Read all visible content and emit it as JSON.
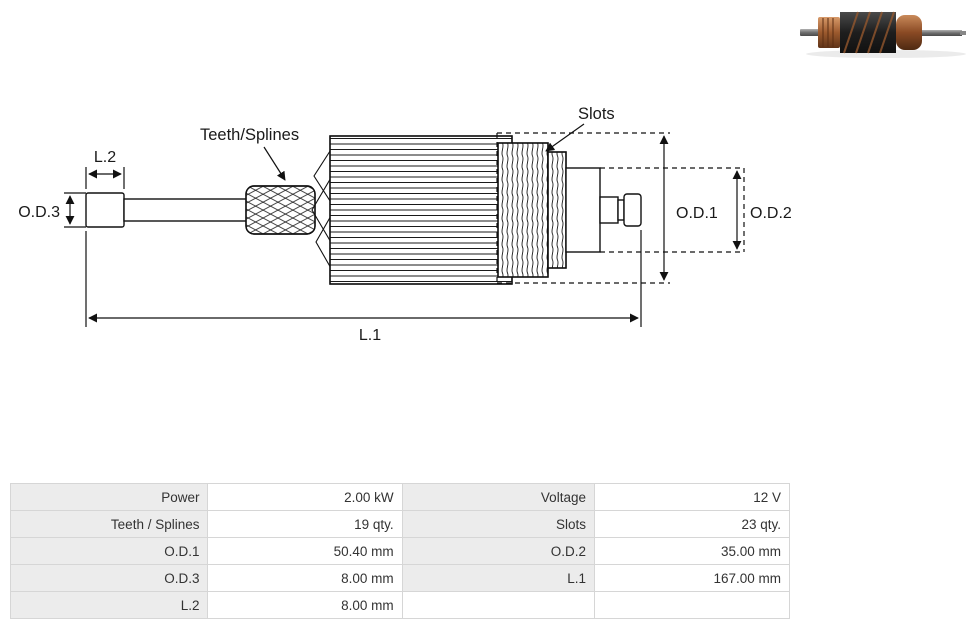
{
  "diagram": {
    "labels": {
      "teeth_splines": "Teeth/Splines",
      "slots": "Slots",
      "l1": "L.1",
      "l2": "L.2",
      "od1": "O.D.1",
      "od2": "O.D.2",
      "od3": "O.D.3"
    }
  },
  "photo": {
    "description": "armature product photo"
  },
  "spec_table": {
    "rows": [
      {
        "label_left": "Power",
        "value_left": "2.00 kW",
        "label_right": "Voltage",
        "value_right": "12 V"
      },
      {
        "label_left": "Teeth / Splines",
        "value_left": "19 qty.",
        "label_right": "Slots",
        "value_right": "23 qty."
      },
      {
        "label_left": "O.D.1",
        "value_left": "50.40 mm",
        "label_right": "O.D.2",
        "value_right": "35.00 mm"
      },
      {
        "label_left": "O.D.3",
        "value_left": "8.00 mm",
        "label_right": "L.1",
        "value_right": "167.00 mm"
      },
      {
        "label_left": "L.2",
        "value_left": "8.00 mm",
        "label_right": "",
        "value_right": ""
      }
    ]
  },
  "colors": {
    "line": "#111111",
    "table_label_bg": "#ececec",
    "table_border": "#d6d6d6",
    "copper": "#9c5a2e",
    "steel": "#6e6e6e"
  }
}
